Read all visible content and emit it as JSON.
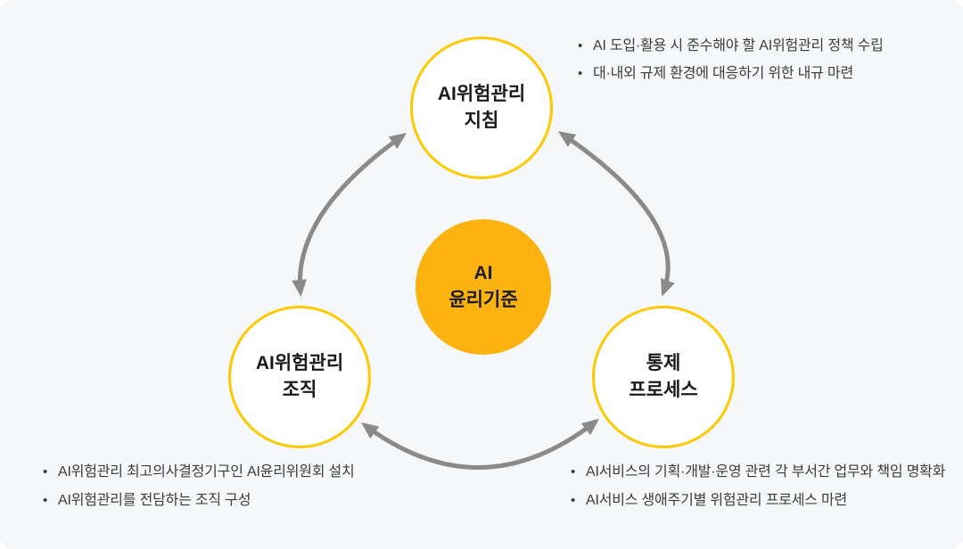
{
  "diagram": {
    "title_semantic": "AI ethics governance cycle diagram",
    "bullet_char": "•",
    "hub": {
      "label": "AI\n윤리기준"
    },
    "nodes": [
      {
        "id": "guideline",
        "label": "AI위험관리\n지침",
        "bullets": [
          "AI 도입·활용 시 준수해야 할 AI위험관리 정책 수립",
          "대·내외 규제 환경에 대응하기 위한 내규 마련"
        ]
      },
      {
        "id": "organization",
        "label": "AI위험관리\n조직",
        "bullets": [
          "AI위험관리 최고의사결정기구인 AI윤리위원회 설치",
          "AI위험관리를 전담하는 조직 구성"
        ]
      },
      {
        "id": "control-process",
        "label": "통제\n프로세스",
        "bullets": [
          "AI서비스의 기획·개발·운영 관련 각 부서간 업무와 책임 명확화",
          "AI서비스 생애주기별 위험관리 프로세스 마련"
        ]
      }
    ]
  },
  "theme": {
    "bg": "#f6f7f9",
    "ring": "#ffc900",
    "center": "#fcb20f",
    "arrow": "#8a8a8a",
    "ink": "#1a1a1a",
    "body": "#3c3c3c"
  }
}
